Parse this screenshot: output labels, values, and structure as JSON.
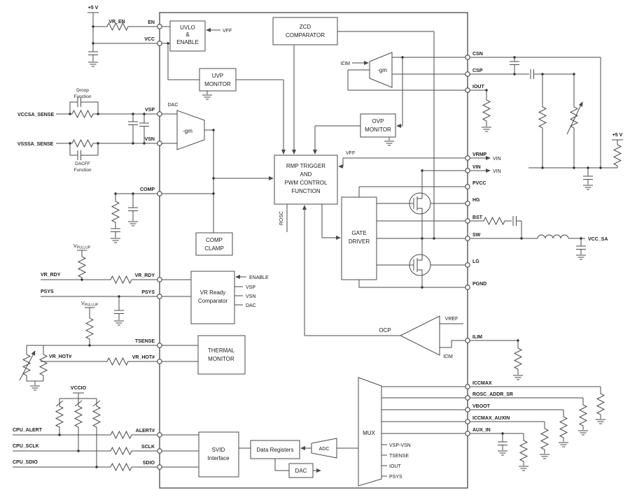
{
  "pins_left": [
    "EN",
    "VCC",
    "VSP",
    "VSN",
    "COMP",
    "VR_RDY",
    "PSYS",
    "TSENSE",
    "VR_HOT#",
    "ALERT#",
    "SCLK",
    "SDIO"
  ],
  "pins_right": [
    "CSN",
    "CSP",
    "IOUT",
    "VRMP",
    "VIN",
    "PVCC",
    "HG",
    "BST",
    "SW",
    "LG",
    "PGND",
    "ILIM",
    "ICCMAX",
    "ROSC_ADDR_SR",
    "VBOOT",
    "ICCMAX_AUXIN",
    "AUX_IN"
  ],
  "blocks": {
    "uvlo": [
      "UVLO",
      "&",
      "ENABLE"
    ],
    "zcd": [
      "ZCD",
      "COMPARATOR"
    ],
    "uvp": [
      "UVP",
      "MONITOR"
    ],
    "ovp": [
      "OVP",
      "MONITOR"
    ],
    "rmp": [
      "RMP TRIGGER",
      "AND",
      "PWM CONTROL",
      "FUNCTION"
    ],
    "comp_clamp": [
      "COMP",
      "CLAMP"
    ],
    "vr_ready": [
      "VR Ready",
      "Comparator"
    ],
    "thermal": [
      "THERMAL",
      "MONITOR"
    ],
    "gate_driver": [
      "GATE",
      "DRIVER"
    ],
    "svid": [
      "SVID",
      "Interface"
    ],
    "data_registers": "Data Registers",
    "adc": "ADC",
    "dac": "DAC",
    "mux": "MUX",
    "gm_error_amp": "-gm",
    "gm_sense_amp": "-gm",
    "ocp": "OCP"
  },
  "signals": {
    "vff": "VFF",
    "dac": "DAC",
    "rosc": "ROSC",
    "enable": "ENABLE",
    "vsp": "VSP",
    "vsn": "VSN",
    "vref": "VREF",
    "ilim": "ILIM",
    "vin": "VIN",
    "mux_inputs": [
      "VSP-VSN",
      "TSENSE",
      "IOUT",
      "PSYS"
    ]
  },
  "external": {
    "plus5v": "+5 V",
    "vr_en": "VR_EN",
    "vccsa_sense": "VCCSA_SENSE",
    "vsssa_sense": "VSSSA_SENSE",
    "droop_function": [
      "Droop",
      "Function"
    ],
    "dacff_function": [
      "DACFF",
      "Function"
    ],
    "vpullup_v": "V",
    "vpullup_sub": "PULLUP",
    "vr_rdy": "VR_RDY",
    "psys": "PSYS",
    "vr_hot": "VR_HOT#",
    "vccio": "VCCIO",
    "cpu_alert": "CPU_ALERT",
    "cpu_sclk": "CPU_SCLK",
    "cpu_sdio": "CPU_SDIO",
    "vcc_sa": "VCC_SA"
  }
}
